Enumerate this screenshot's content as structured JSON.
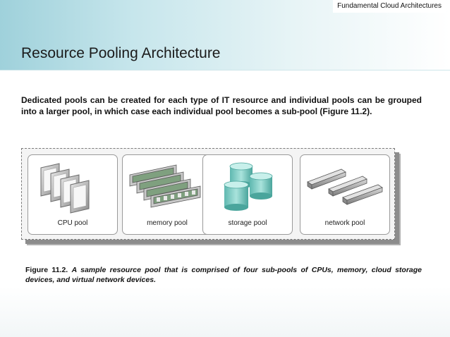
{
  "header": {
    "top_label": "Fundamental Cloud Architectures",
    "title": "Resource Pooling Architecture"
  },
  "body": {
    "paragraph": "Dedicated pools can be created for each type of IT resource and individual pools can be grouped into a larger pool, in which case each individual pool becomes a sub-pool (Figure 11.2)."
  },
  "figure": {
    "panels": [
      {
        "label": "CPU pool",
        "icon": "cpu-icon"
      },
      {
        "label": "memory pool",
        "icon": "memory-icon"
      },
      {
        "label": "storage pool",
        "icon": "storage-icon"
      },
      {
        "label": "network pool",
        "icon": "network-icon"
      }
    ]
  },
  "caption": {
    "prefix": "Figure 11.2.",
    "text": "A sample resource pool that is comprised of four sub-pools of CPUs, memory, cloud storage devices, and virtual network devices."
  }
}
